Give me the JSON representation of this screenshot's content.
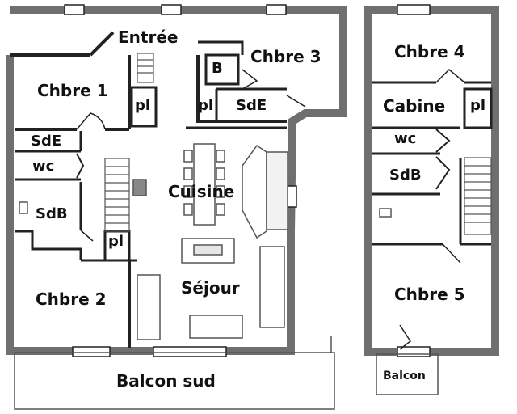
{
  "plan": {
    "colors": {
      "wall": "#6f6f6f",
      "line": "#222222",
      "fixture": "#555555",
      "background": "#ffffff"
    },
    "left_unit": {
      "entree": "Entrée",
      "chbre1": "Chbre 1",
      "chbre2": "Chbre 2",
      "chbre3": "Chbre 3",
      "sde1": "SdE",
      "sde3": "SdE",
      "wc": "wc",
      "sdb": "SdB",
      "pl1": "pl",
      "pl2": "pl",
      "pl3": "pl",
      "b": "B",
      "cuisine": "Cuisine",
      "sejour": "Séjour",
      "balcon_sud": "Balcon sud"
    },
    "right_unit": {
      "chbre4": "Chbre 4",
      "cabine": "Cabine",
      "pl": "pl",
      "wc": "wc",
      "sdb": "SdB",
      "chbre5": "Chbre 5",
      "balcon": "Balcon"
    }
  }
}
